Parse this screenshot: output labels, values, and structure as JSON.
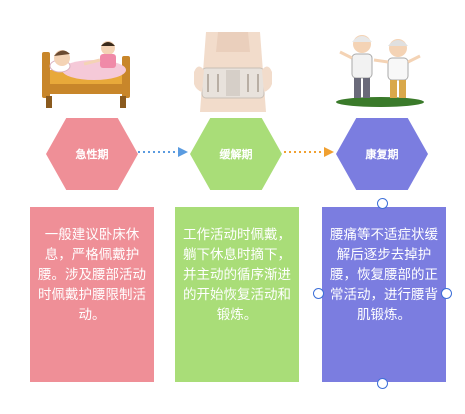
{
  "stages": [
    {
      "label": "急性期",
      "illustration": "patient-in-bed-illustration",
      "color": "#ef8f97",
      "description": "一般建议卧床休息，严格佩戴护腰。涉及腰部活动时佩戴护腰限制活动。"
    },
    {
      "label": "缓解期",
      "illustration": "back-brace-illustration",
      "color": "#a9dd78",
      "description": "工作活动时佩戴，躺下休息时摘下，并主动的循序渐进的开始恢复活动和锻炼。"
    },
    {
      "label": "康复期",
      "illustration": "elderly-couple-exercising-illustration",
      "color": "#7b7de0",
      "description": "腰痛等不适症状缓解后逐步去掉护腰，恢复腰部的正常活动，进行腰背肌锻炼。"
    }
  ],
  "arrows": [
    {
      "color": "#5a9be0",
      "style": "dotted"
    },
    {
      "color": "#f0a030",
      "style": "dotted"
    }
  ]
}
